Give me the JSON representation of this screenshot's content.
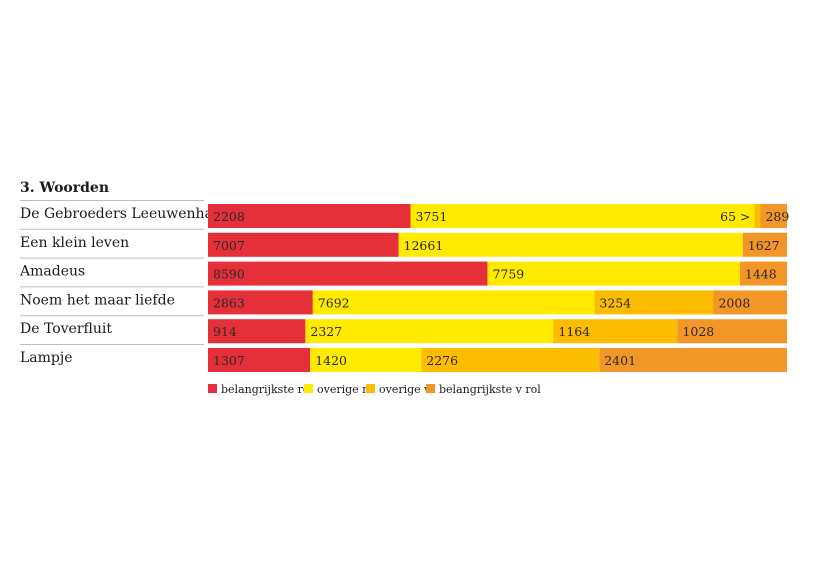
{
  "chart_data": {
    "type": "bar",
    "orientation": "horizontal",
    "stacked": "percent",
    "title": "3. Woorden",
    "categories": [
      "De Gebroeders Leeuwenhart",
      "Een klein leven",
      "Amadeus",
      "Noem het maar liefde",
      "De Toverfluit",
      "Lampje"
    ],
    "series": [
      {
        "name": "belangrijkste rol",
        "color": "#e5303a",
        "values": [
          2208,
          7007,
          8590,
          2863,
          914,
          1307
        ]
      },
      {
        "name": "overige m",
        "color": "#ffea00",
        "values": [
          3751,
          12661,
          7759,
          7692,
          2327,
          1420
        ]
      },
      {
        "name": "overige v",
        "color": "#fcbc00",
        "values": [
          65,
          0,
          0,
          3254,
          1164,
          2276
        ]
      },
      {
        "name": "belangrijkste v rol",
        "color": "#f39628",
        "values": [
          289,
          1627,
          1448,
          2008,
          1028,
          2401
        ]
      }
    ],
    "special_labels": [
      {
        "row": 0,
        "series": 2,
        "text": "65 >"
      }
    ],
    "legend": "bottom-left",
    "grid": false
  }
}
